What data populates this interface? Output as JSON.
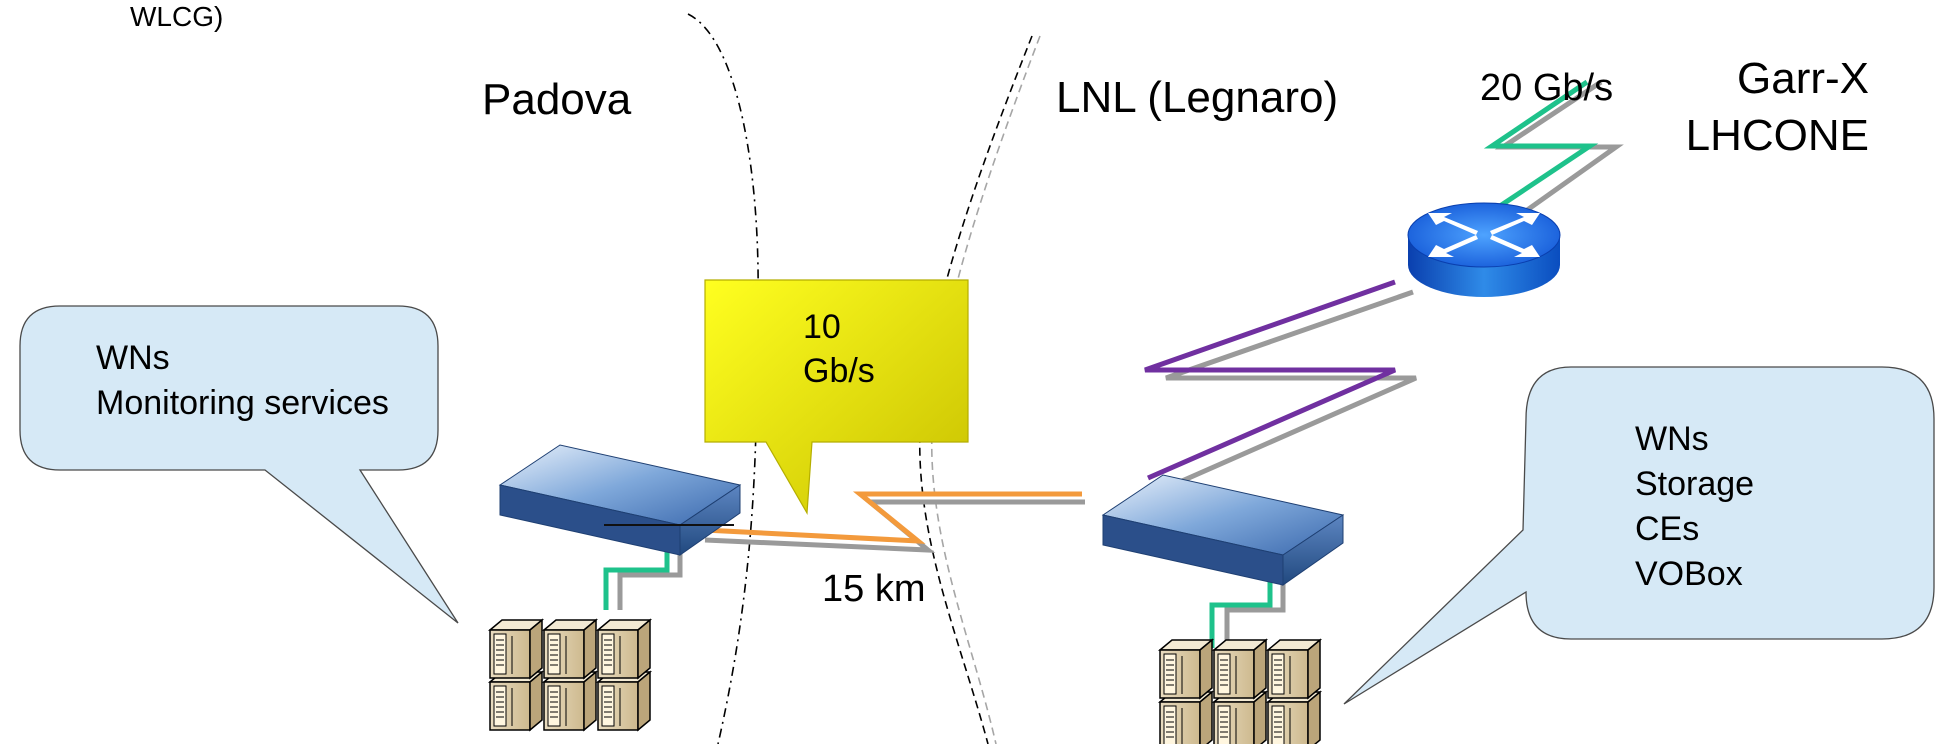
{
  "labels": {
    "top_left_fragment": "WLCG)",
    "padova": "Padova",
    "lnl": "LNL (Legnaro)",
    "garr_line1": "Garr-X",
    "garr_line2": "LHCONE",
    "uplink_speed": "20 Gb/s",
    "distance": "15 km"
  },
  "callouts": {
    "padova_services": [
      "WNs",
      "Monitoring services"
    ],
    "link_speed": [
      "10",
      "Gb/s"
    ],
    "lnl_services": [
      "WNs",
      "Storage",
      "CEs",
      "VOBox"
    ]
  },
  "colors": {
    "callout_fill": "#d6e9f6",
    "speed_callout_fill": "#f0f000",
    "fiber_orange": "#f39a3c",
    "uplink_green": "#1ec28b",
    "wan_purple": "#7030a0",
    "shadow_gray": "#9a9a9a"
  },
  "icons": {
    "switch": "network-switch-icon",
    "router": "router-icon",
    "servers": "server-rack-icon"
  }
}
